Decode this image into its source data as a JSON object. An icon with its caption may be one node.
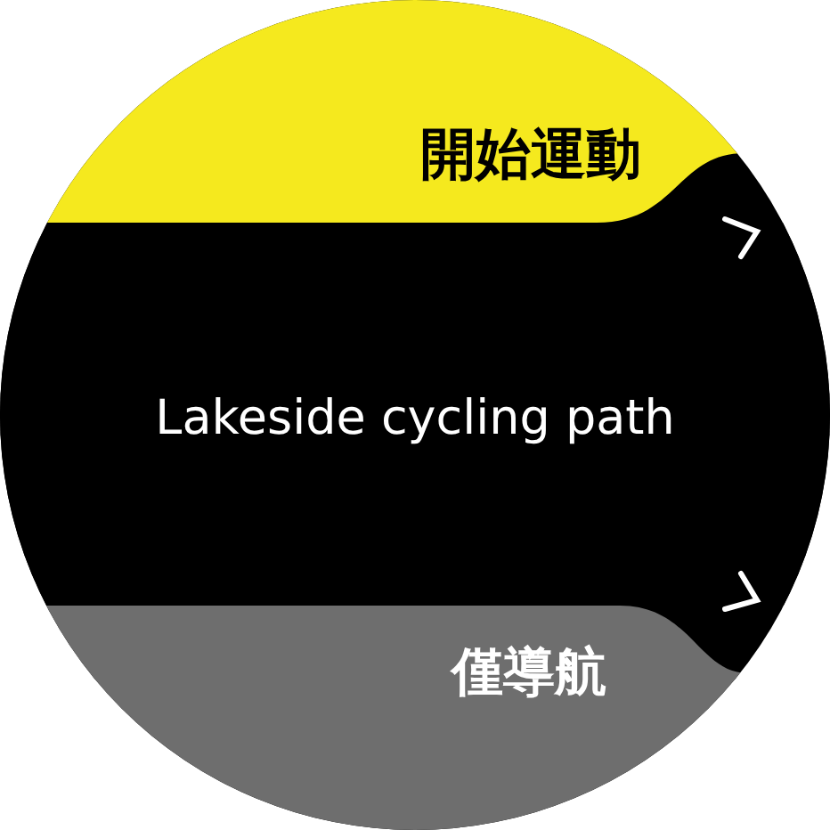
{
  "diagram": {
    "nodes": [
      {
        "text": [
          "開始運動"
        ]
      },
      {
        "text": [
          "Lakeside cycling path"
        ]
      },
      {
        "text": [
          "僅導航"
        ]
      }
    ]
  }
}
